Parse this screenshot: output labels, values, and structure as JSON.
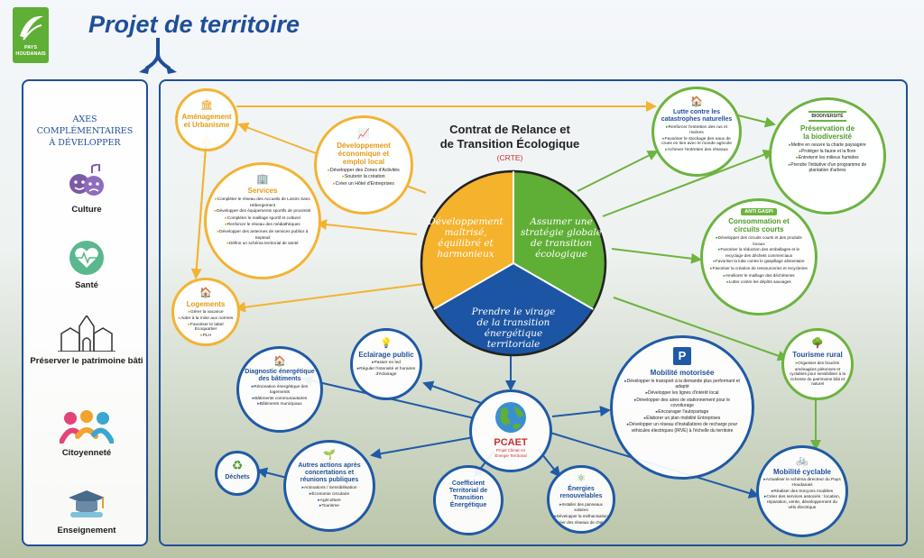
{
  "brand": {
    "logo_text": "PAYS HOUDANAIS"
  },
  "page_title": "Projet de territoire",
  "left_panel": {
    "heading": "AXES COMPLÉMENTAIRES\nÀ DÉVELOPPER",
    "items": [
      {
        "label": "Culture",
        "icon": "theater-masks-icon"
      },
      {
        "label": "Santé",
        "icon": "heart-pulse-icon"
      },
      {
        "label": "Préserver le patrimoine bâti",
        "icon": "church-icon"
      },
      {
        "label": "Citoyenneté",
        "icon": "people-icon"
      },
      {
        "label": "Enseignement",
        "icon": "graduation-cap-icon"
      }
    ]
  },
  "crte": {
    "title": "Contrat de Relance et\nde Transition Écologique",
    "abbr": "(CRTE)",
    "segments": [
      {
        "text": "Développement\nmaîtrisé,\néquilibré et\nharmonieux",
        "color": "#f5b22d"
      },
      {
        "text": "Assumer une\nstratégie globale\nde transition\nécologique",
        "color": "#5fae36"
      },
      {
        "text": "Prendre le virage\nde la transition\nénergétique territoriale",
        "color": "#1c55a3"
      }
    ]
  },
  "pcaet": {
    "title": "PCAET",
    "subtitle": "Projet Climat Air\nÉnergie Territorial"
  },
  "bubbles": {
    "amenagement": {
      "title": "Aménagement\net Urbanisme",
      "items": []
    },
    "dev_eco": {
      "title": "Développement\néconomique et\nemploi local",
      "items": [
        "Développer des Zones d'Activités",
        "Soutenir la création",
        "Créer un Hôtel d'Entreprises"
      ]
    },
    "services": {
      "title": "Services",
      "items": [
        "Compléter le réseau des Accueils de Loisirs Sans Hébergement",
        "Développer des équipements sportifs de proximité",
        "Compléter le maillage sportif et culturel",
        "Renforcer le réseau des médiathèques",
        "Développer des antennes de services publics à Septeuil",
        "Définir un schéma territorial de santé"
      ]
    },
    "logements": {
      "title": "Logements",
      "items": [
        "Gérer la vacance",
        "Aider à la mise aux normes",
        "Favoriser le label Ecoquartier",
        "PLH"
      ]
    },
    "catastrophes": {
      "title": "Lutte contre les\ncatastrophes naturelles",
      "items": [
        "Renforcer l'entretien des rus et rivières",
        "Favoriser le stockage des eaux de crues en lien avec le monde agricole",
        "Achever l'entretien des réseaux"
      ]
    },
    "biodiversite": {
      "title": "Préservation de\nla biodiversité",
      "badge": "BIODIVERSITÉ",
      "items": [
        "Mettre en oeuvre la charte paysagère",
        "Protéger la faune et la flore",
        "Entretenir les milieux humides",
        "Prendre l'initiative d'un programme de plantation d'arbres"
      ]
    },
    "consommation": {
      "title": "Consommation et\ncircuits courts",
      "badge": "ANTI GASPI",
      "items": [
        "Développer des circuits courts et des produits locaux",
        "Favoriser la réduction des emballages et le recyclage des déchets commerciaux",
        "Favoriser la lutte contre le gaspillage alimentaire",
        "Favoriser la création de ressourceries et recycleries",
        "Améliorer le maillage des déchèteries",
        "Lutter contre les dépôts sauvages"
      ]
    },
    "tourisme": {
      "title": "Tourisme rural",
      "items": [
        "Organiser des boucles aménagées piétonnes et cyclables pour sensibiliser à la richesse du patrimoine bâti et naturel"
      ]
    },
    "mobilite_cyclable": {
      "title": "Mobilité cyclable",
      "items": [
        "Actualiser le schéma directeur du Pays Houdanais",
        "Réaliser des tronçons modèles",
        "Créer des services associés : location, réparation, vente, développement du vélo électrique"
      ]
    },
    "mobilite_motorisee": {
      "title": "Mobilité motorisée",
      "items": [
        "Développer le transport à la demande plus performant et adapté",
        "Développer les lignes d'intérêt local",
        "Développer des aires de stationnement pour le covoiturage",
        "Encourager l'autopartage",
        "Élaborer un plan mobilité Entreprises",
        "Développer un réseau d'installations de recharge pour véhicules électriques (IRVE) à l'échelle du territoire"
      ]
    },
    "eclairage": {
      "title": "Eclairage public",
      "items": [
        "Passer en led",
        "Réguler l'intensité et horaires d'éclairage"
      ]
    },
    "diagnostic": {
      "title": "Diagnostic énergétique\ndes bâtiments",
      "items": [
        "Rénovation énergétique des logements",
        "Bâtiments communautaires",
        "Bâtiments municipaux"
      ]
    },
    "dechets": {
      "title": "Déchets",
      "items": []
    },
    "autres": {
      "title": "Autres actions après\nconcertations et\nréunions publiques",
      "items": [
        "Animations / Sensibilisation",
        "Économie circulaire",
        "Agriculture",
        "Tourisme"
      ]
    },
    "coefficient": {
      "title": "Coefficient\nTerritorial de\nTransition\nÉnergétique",
      "items": []
    },
    "energies": {
      "title": "Énergies\nrenouvelables",
      "items": [
        "Installer des panneaux solaires",
        "Développer la méthanisation",
        "Créer des réseaux de chaleur"
      ]
    }
  },
  "colors": {
    "navy": "#1f4f99",
    "orange": "#f3b333",
    "green": "#6cb33f",
    "blue": "#1f5aa6"
  }
}
